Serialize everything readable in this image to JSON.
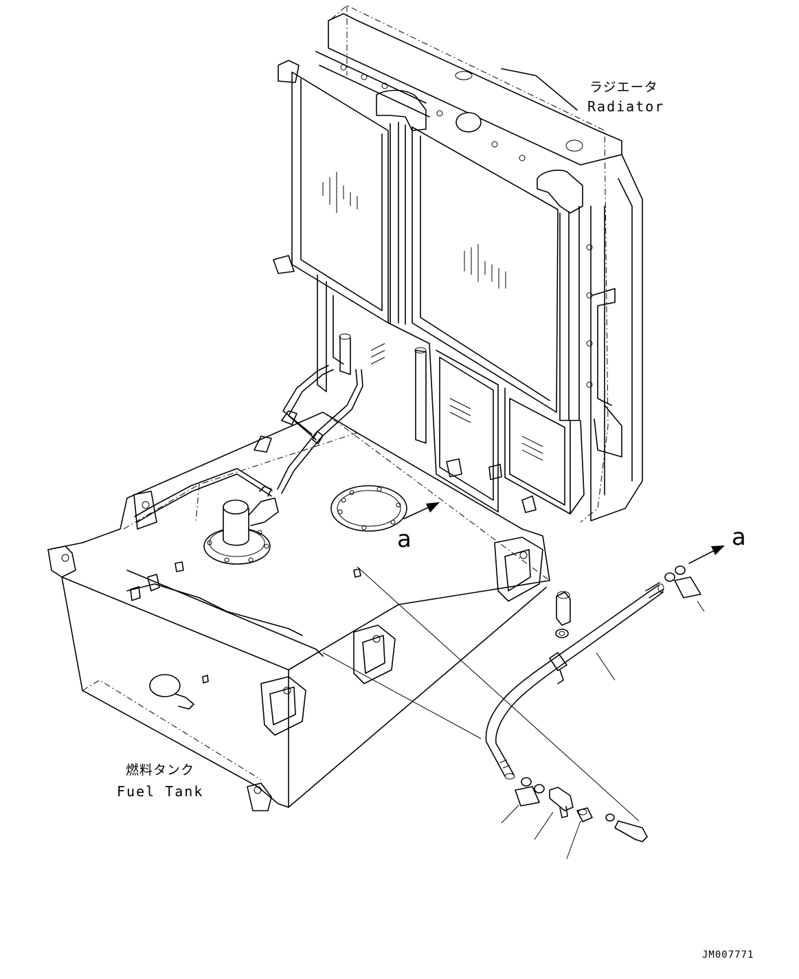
{
  "labels": {
    "radiator_ja": "ラジエータ",
    "radiator_en": "Radiator",
    "fuel_tank_ja": "燃料タンク",
    "fuel_tank_en": "Fuel Tank",
    "marker_a_left": "a",
    "marker_a_right": "a",
    "drawing_code": "JM007771"
  },
  "colors": {
    "line": "#000000",
    "background": "#ffffff"
  }
}
